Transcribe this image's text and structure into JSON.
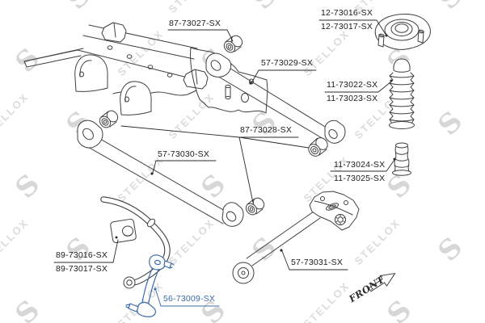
{
  "watermark": {
    "brand": "STELLOX",
    "logo_letter": "S"
  },
  "colors": {
    "background": "#ffffff",
    "line": "#3f3f3f",
    "label_text": "#1b1b1b",
    "highlight": "#3e6ba8",
    "watermark": "#dcdcdc"
  },
  "diagram": {
    "selected_part": "56-73009-SX",
    "front_label": "FRONT",
    "labels": [
      {
        "id": "87-73027",
        "text": "87-73027-SX",
        "highlighted": false
      },
      {
        "id": "12-73016",
        "text": "12-73016-SX",
        "highlighted": false
      },
      {
        "id": "12-73017",
        "text": "12-73017-SX",
        "highlighted": false
      },
      {
        "id": "57-73029",
        "text": "57-73029-SX",
        "highlighted": false
      },
      {
        "id": "11-73022",
        "text": "11-73022-SX",
        "highlighted": false
      },
      {
        "id": "11-73023",
        "text": "11-73023-SX",
        "highlighted": false
      },
      {
        "id": "87-73028",
        "text": "87-73028-SX",
        "highlighted": false
      },
      {
        "id": "57-73030",
        "text": "57-73030-SX",
        "highlighted": false
      },
      {
        "id": "11-73024",
        "text": "11-73024-SX",
        "highlighted": false
      },
      {
        "id": "11-73025",
        "text": "11-73025-SX",
        "highlighted": false
      },
      {
        "id": "89-73016",
        "text": "89-73016-SX",
        "highlighted": false
      },
      {
        "id": "89-73017",
        "text": "89-73017-SX",
        "highlighted": false
      },
      {
        "id": "57-73031",
        "text": "57-73031-SX",
        "highlighted": false
      },
      {
        "id": "56-73009",
        "text": "56-73009-SX",
        "highlighted": true
      }
    ]
  }
}
